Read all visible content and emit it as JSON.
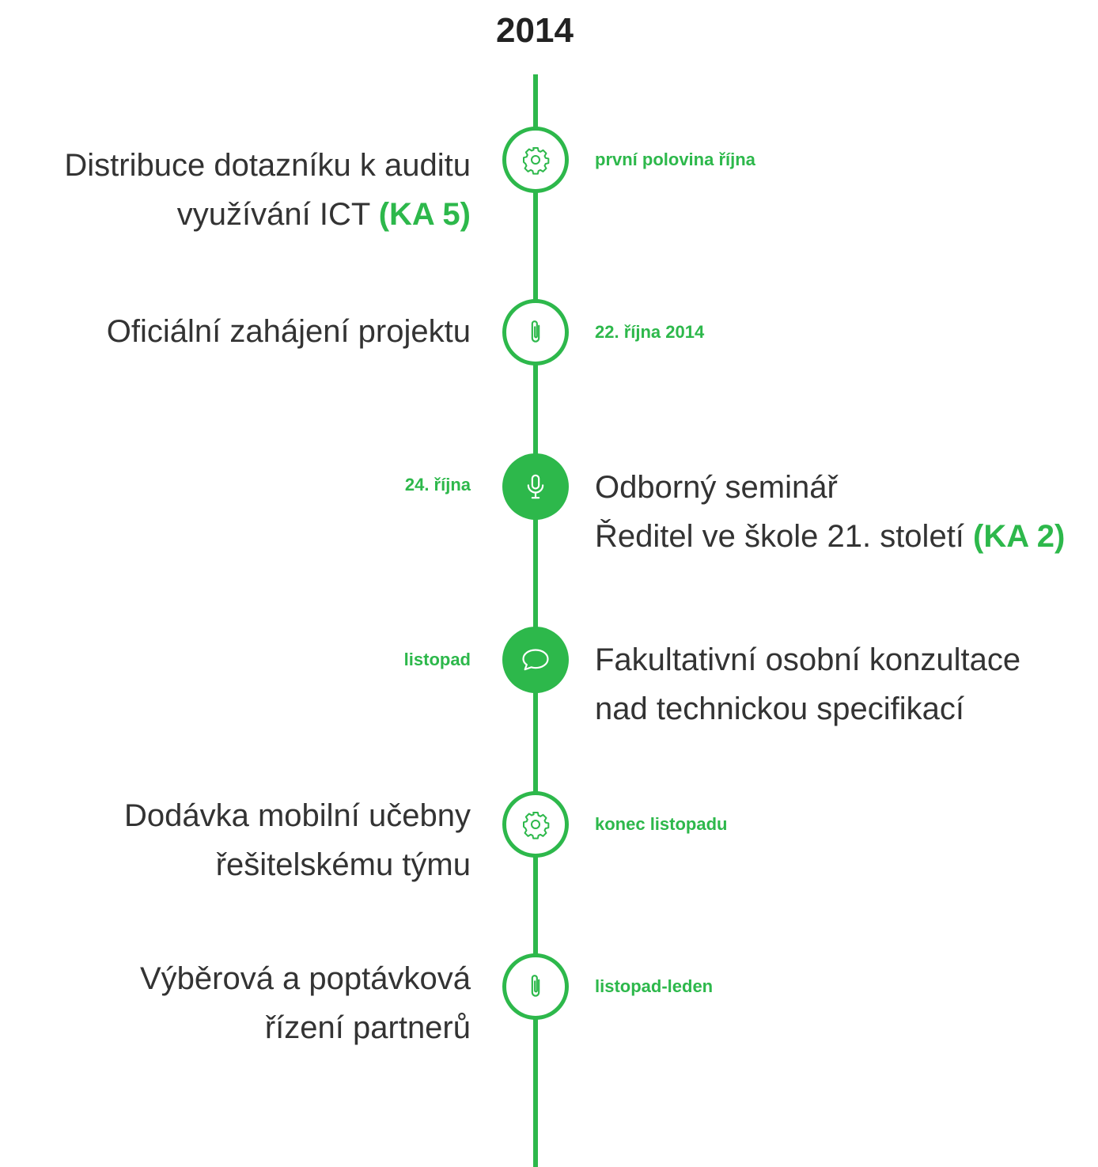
{
  "year": "2014",
  "accent_color": "#2db84b",
  "events": [
    {
      "icon": "gear-icon",
      "style": "outline",
      "date": "první polovina října",
      "title_lines": [
        "Distribuce dotazníku k auditu",
        "využívání ICT "
      ],
      "tag": "(KA 5)"
    },
    {
      "icon": "paperclip-icon",
      "style": "outline",
      "date": "22. října 2014",
      "title_lines": [
        "Oficiální zahájení projektu"
      ]
    },
    {
      "icon": "microphone-icon",
      "style": "filled",
      "date": "24. října",
      "title_lines": [
        "Odborný seminář",
        "Ředitel ve škole 21. století "
      ],
      "tag": "(KA 2)"
    },
    {
      "icon": "speech-bubble-icon",
      "style": "filled",
      "date": "listopad",
      "title_lines": [
        "Fakultativní osobní konzultace",
        "nad technickou specifikací"
      ]
    },
    {
      "icon": "gear-icon",
      "style": "outline",
      "date": "konec listopadu",
      "title_lines": [
        "Dodávka mobilní učebny",
        "řešitelskému týmu"
      ]
    },
    {
      "icon": "paperclip-icon",
      "style": "outline",
      "date": "listopad-leden",
      "title_lines": [
        "Výběrová a poptávková",
        "řízení partnerů"
      ]
    }
  ]
}
